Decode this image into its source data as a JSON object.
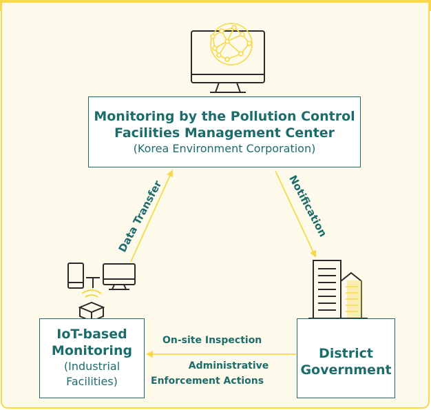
{
  "center": {
    "title_line1": "Monitoring by the Pollution Control",
    "title_line2": "Facilities Management Center",
    "subtitle": "(Korea Environment Corporation)"
  },
  "iot": {
    "title_line1": "IoT-based",
    "title_line2": "Monitoring",
    "subtitle_line1": "(Industrial",
    "subtitle_line2": "Facilities)"
  },
  "district": {
    "title_line1": "District",
    "title_line2": "Government"
  },
  "edges": {
    "data_transfer": "Data Transfer",
    "notification": "Notification",
    "onsite_inspection": "On-site Inspection",
    "admin_line1": "Administrative",
    "admin_line2": "Enforcement Actions"
  },
  "colors": {
    "accent": "#1d6c6c",
    "arrow": "#f6d84a",
    "panel": "#fdfaec"
  },
  "icons": [
    "globe-monitor-icon",
    "phone-icon",
    "desktop-icon",
    "iot-sensor-icon",
    "building-icon"
  ]
}
